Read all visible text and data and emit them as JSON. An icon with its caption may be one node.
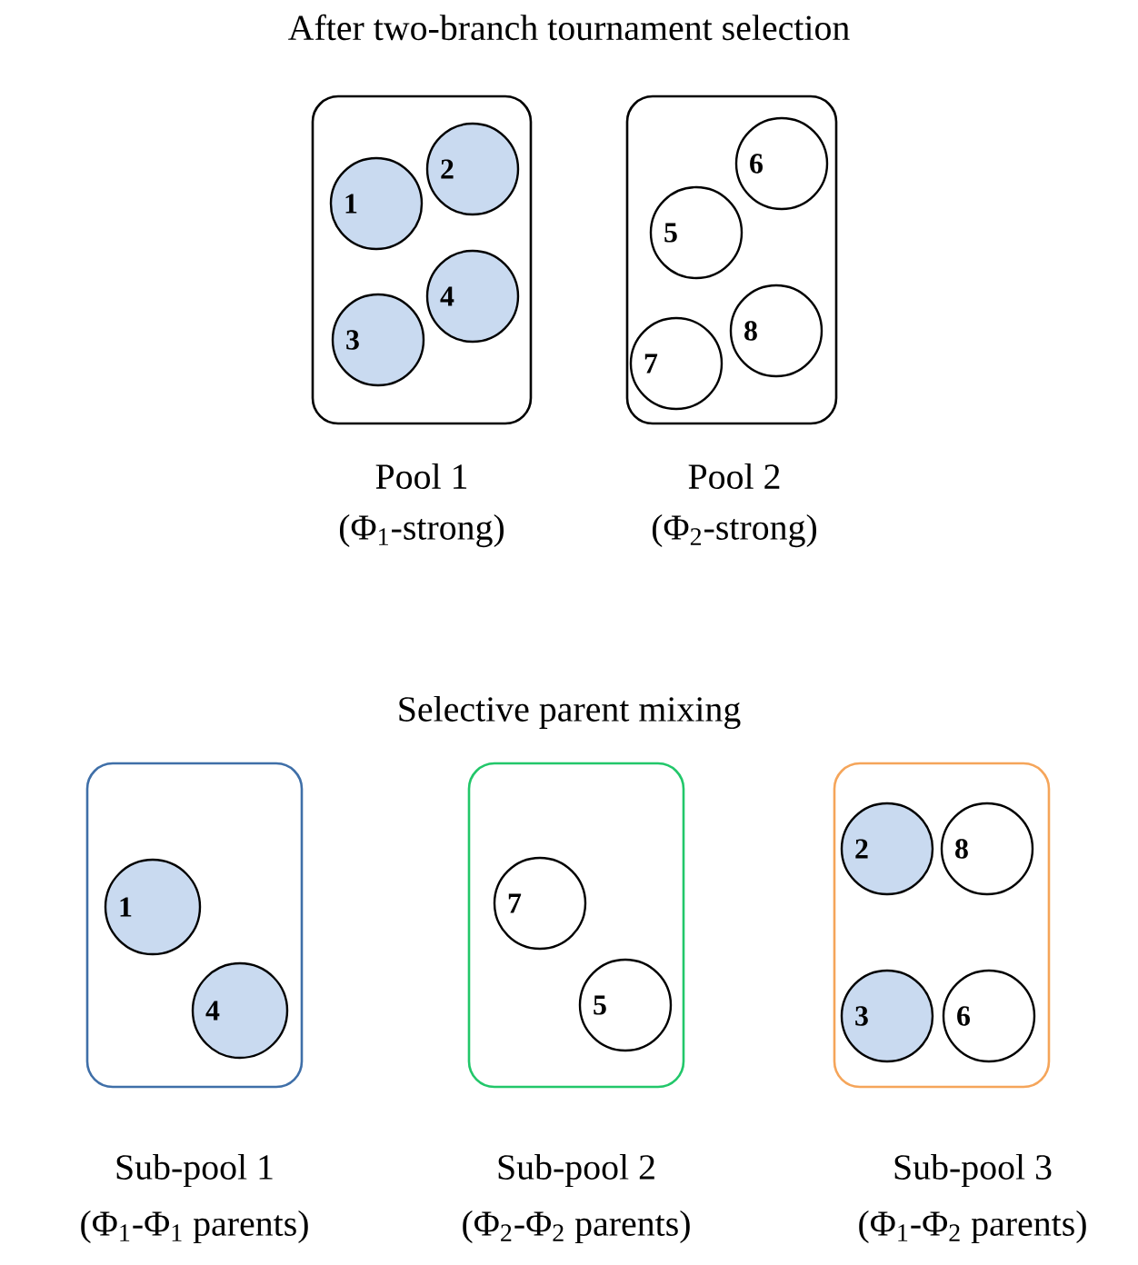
{
  "diagram": {
    "nodes": [
      {
        "text": [
          "Pool 1",
          "(Φ$_{1}$-strong)"
        ]
      },
      {
        "text": [
          "1"
        ],
        "in": 0
      },
      {
        "text": [
          "2"
        ],
        "in": 0
      },
      {
        "text": [
          "4"
        ],
        "in": 0
      },
      {
        "text": [
          "3"
        ],
        "in": 0
      },
      {
        "text": [
          "Pool 2",
          "(Φ$_{2}$-strong)"
        ]
      },
      {
        "text": [
          "6"
        ],
        "in": 5
      },
      {
        "text": [
          "5"
        ],
        "in": 5
      },
      {
        "text": [
          "8"
        ],
        "in": 5
      },
      {
        "text": [
          "7"
        ],
        "in": 5
      },
      {
        "text": [
          "Sub-pool 1",
          "(Φ$_{1}$-Φ$_{1}$ parents)"
        ]
      },
      {
        "text": [
          "1"
        ],
        "in": 10
      },
      {
        "text": [
          "4"
        ],
        "in": 10
      },
      {
        "text": [
          "Sub-pool 2",
          "(Φ$_{2}$-Φ$_{2}$ parents)"
        ]
      },
      {
        "text": [
          "7"
        ],
        "in": 13
      },
      {
        "text": [
          "5"
        ],
        "in": 13
      },
      {
        "text": [
          "Sub-pool 3",
          "(Φ$_{1}$-Φ$_{2}$ parents)"
        ]
      },
      {
        "text": [
          "2"
        ],
        "in": 16
      },
      {
        "text": [
          "8"
        ],
        "in": 16
      },
      {
        "text": [
          "3"
        ],
        "in": 16
      },
      {
        "text": [
          "6"
        ],
        "in": 16
      }
    ],
    "labels": [
      "After two-branch tournament selection",
      "Selective parent mixing"
    ]
  }
}
